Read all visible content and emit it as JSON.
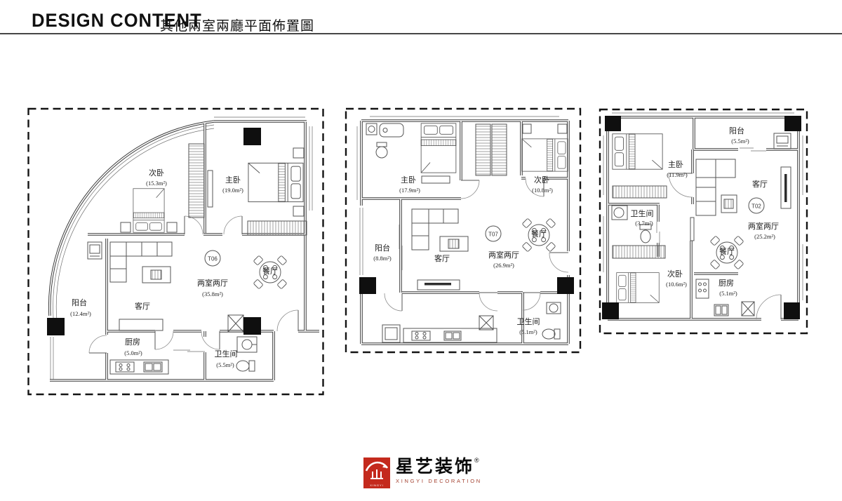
{
  "header": {
    "title_en": "DESIGN CONTENT",
    "title_zh": "其他兩室兩廳平面佈置圖"
  },
  "plans": [
    {
      "unit": "T06",
      "rooms": [
        {
          "name": "次卧",
          "area": "(15.3m²)"
        },
        {
          "name": "主卧",
          "area": "(19.0m²)"
        },
        {
          "name": "两室两厅",
          "area": "(35.8m²)"
        },
        {
          "name": "餐厅",
          "area": ""
        },
        {
          "name": "阳台",
          "area": "(12.4m²)"
        },
        {
          "name": "客厅",
          "area": ""
        },
        {
          "name": "厨房",
          "area": "(5.0m²)"
        },
        {
          "name": "卫生间",
          "area": "(5.5m²)"
        }
      ]
    },
    {
      "unit": "T07",
      "rooms": [
        {
          "name": "主卧",
          "area": "(17.9m²)"
        },
        {
          "name": "次卧",
          "area": "(10.8m²)"
        },
        {
          "name": "阳台",
          "area": "(8.8m²)"
        },
        {
          "name": "客厅",
          "area": ""
        },
        {
          "name": "两室两厅",
          "area": "(26.9m²)"
        },
        {
          "name": "餐厅",
          "area": ""
        },
        {
          "name": "卫生间",
          "area": "(5.1m²)"
        }
      ]
    },
    {
      "unit": "T02",
      "rooms": [
        {
          "name": "阳台",
          "area": "(5.5m²)"
        },
        {
          "name": "主卧",
          "area": "(11.9m²)"
        },
        {
          "name": "卫生间",
          "area": "(3.7m²)"
        },
        {
          "name": "客厅",
          "area": ""
        },
        {
          "name": "两室两厅",
          "area": "(25.2m²)"
        },
        {
          "name": "餐厅",
          "area": ""
        },
        {
          "name": "次卧",
          "area": "(10.6m²)"
        },
        {
          "name": "厨房",
          "area": "(5.1m²)"
        }
      ]
    }
  ],
  "footer": {
    "logo": {
      "icon": "house-pavilion-icon",
      "icon_text": "XINGYI",
      "brand_zh": "星艺装饰",
      "reg_mark": "®",
      "brand_en": "XINGYI DECORATION"
    }
  },
  "colors": {
    "logo_red": "#c42a1d",
    "brand_en_color": "#a3402f",
    "drawing_line": "#3d3d3d"
  }
}
